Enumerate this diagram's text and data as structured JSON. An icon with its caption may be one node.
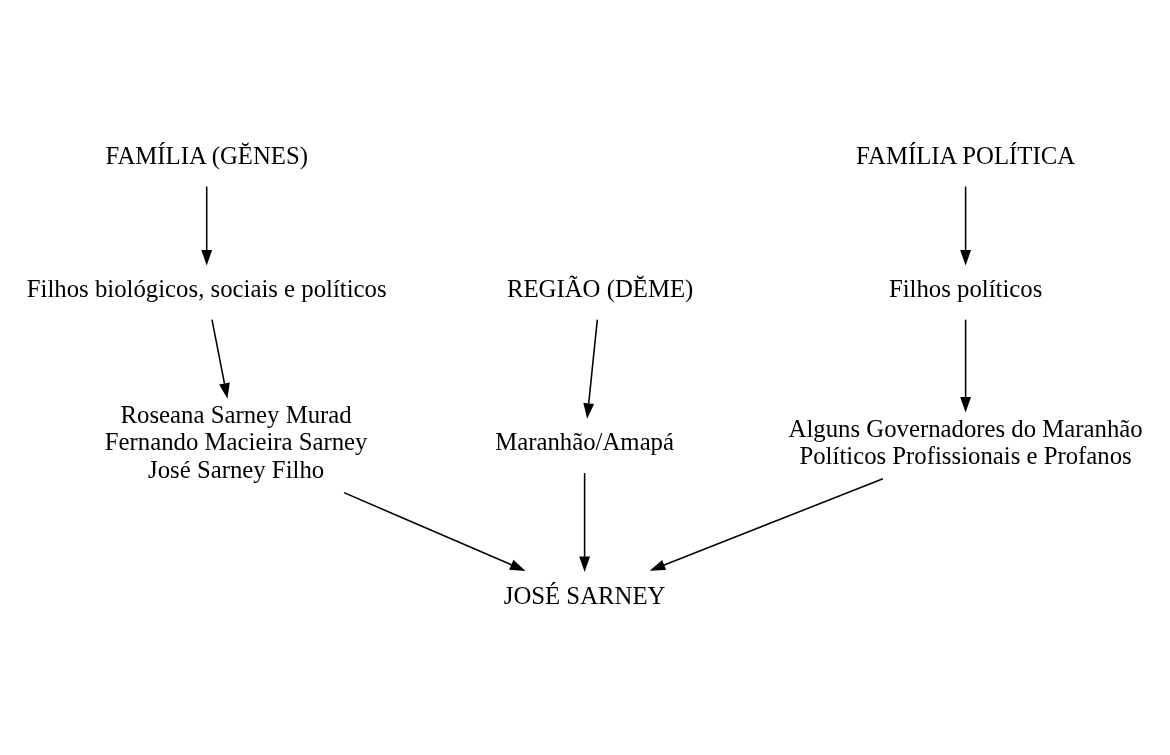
{
  "diagram": {
    "nodes": [
      {
        "text": [
          "FAMÍLIA (GĔNES)"
        ]
      },
      {
        "text": [
          "FAMÍLIA POLÍTICA"
        ]
      },
      {
        "text": [
          "REGIÃO (DĔME)"
        ]
      },
      {
        "text": [
          "Filhos biológicos, sociais e políticos"
        ]
      },
      {
        "text": [
          "Filhos políticos"
        ]
      },
      {
        "text": [
          "Maranhão/Amapá"
        ]
      },
      {
        "text": [
          "Roseana Sarney Murad",
          "Fernando Macieira Sarney",
          "José Sarney Filho"
        ]
      },
      {
        "text": [
          "Alguns Governadores do Maranhão",
          "Políticos Profissionais e Profanos"
        ]
      },
      {
        "text": [
          "JOSÉ SARNEY"
        ]
      }
    ],
    "edges": [
      {
        "from": 0,
        "to": 3,
        "arrow": "to"
      },
      {
        "from": 1,
        "to": 4,
        "arrow": "to"
      },
      {
        "from": 2,
        "to": 5,
        "arrow": "to"
      },
      {
        "from": 3,
        "to": 6,
        "arrow": "to"
      },
      {
        "from": 4,
        "to": 7,
        "arrow": "to"
      },
      {
        "from": 6,
        "to": 8,
        "arrow": "to"
      },
      {
        "from": 7,
        "to": 8,
        "arrow": "to"
      },
      {
        "from": 5,
        "to": 8,
        "arrow": "to"
      }
    ]
  }
}
